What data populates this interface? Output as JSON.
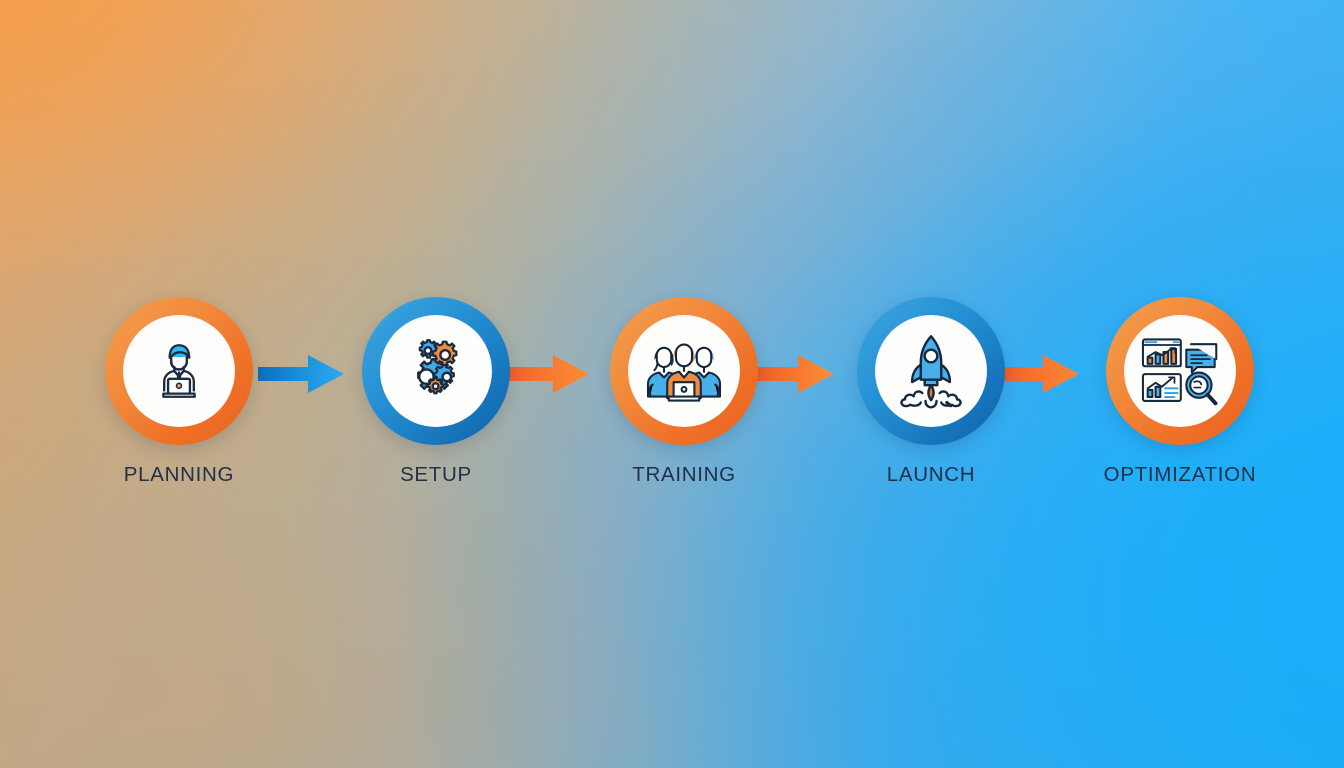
{
  "diagram": {
    "type": "horizontal-process-flow",
    "title": "",
    "background": {
      "top_left_color": "#ee9a50",
      "bottom_left_color": "#b6a territory",
      "right_color": "#22adfc",
      "style": "diagonal orange-to-blue gradient"
    },
    "palette": {
      "orange": "#ef7b2c",
      "orange_light": "#f4a04f",
      "blue": "#2490d4",
      "blue_light": "#3fa7e0",
      "blue_arrow_dark": "#0f72c4",
      "blue_arrow_light": "#2aa5ee",
      "orange_arrow_dark": "#ef5c2a",
      "orange_arrow_light": "#f98a36",
      "label_text": "#1f3047",
      "badge_fill": "#fdfdfb"
    },
    "steps": [
      {
        "index": 1,
        "label": "PLANNING",
        "ring_color": "orange",
        "icon": "person-at-laptop-icon"
      },
      {
        "index": 2,
        "label": "SETUP",
        "ring_color": "blue",
        "icon": "gears-icon"
      },
      {
        "index": 3,
        "label": "TRAINING",
        "ring_color": "orange",
        "icon": "team-with-laptop-icon"
      },
      {
        "index": 4,
        "label": "LAUNCH",
        "ring_color": "blue",
        "icon": "rocket-icon"
      },
      {
        "index": 5,
        "label": "OPTIMIZATION",
        "ring_color": "orange",
        "icon": "analytics-dashboard-icon"
      }
    ],
    "connectors": [
      {
        "index": 1,
        "from": "PLANNING",
        "to": "SETUP",
        "color": "blue",
        "icon": "arrow-right-icon"
      },
      {
        "index": 2,
        "from": "SETUP",
        "to": "TRAINING",
        "color": "orange",
        "icon": "arrow-right-icon"
      },
      {
        "index": 3,
        "from": "TRAINING",
        "to": "LAUNCH",
        "color": "orange",
        "icon": "arrow-right-icon"
      },
      {
        "index": 4,
        "from": "LAUNCH",
        "to": "OPTIMIZATION",
        "color": "orange",
        "icon": "arrow-right-icon"
      }
    ]
  }
}
